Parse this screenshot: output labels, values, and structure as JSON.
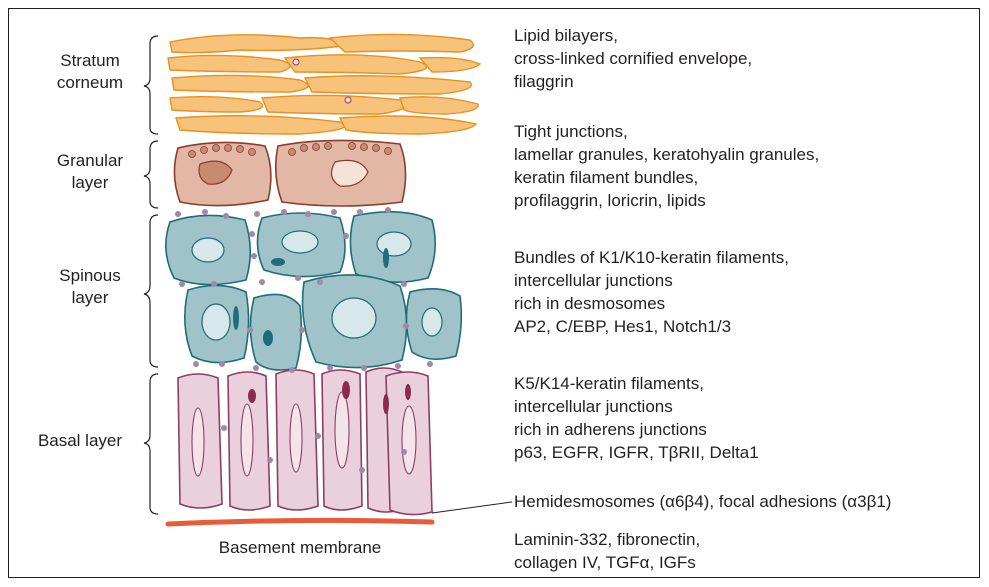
{
  "layers": [
    {
      "label": "Stratum corneum",
      "lines": [
        "Stratum",
        "corneum"
      ]
    },
    {
      "label": "Granular layer",
      "lines": [
        "Granular",
        "layer"
      ]
    },
    {
      "label": "Spinous layer",
      "lines": [
        "Spinous",
        "layer"
      ]
    },
    {
      "label": "Basal layer",
      "lines": [
        "Basal layer"
      ]
    }
  ],
  "descriptions": {
    "corneum": [
      "Lipid bilayers,",
      "cross-linked cornified envelope,",
      "filaggrin"
    ],
    "granular": [
      "Tight junctions,",
      "lamellar granules, keratohyalin granules,",
      "keratin filament bundles,",
      "profilaggrin, loricrin, lipids"
    ],
    "spinous": [
      "Bundles of K1/K10-keratin filaments,",
      "intercellular junctions",
      "rich in desmosomes",
      "AP2, C/EBP, Hes1, Notch1/3"
    ],
    "basal": [
      "K5/K14-keratin filaments,",
      "intercellular junctions",
      "rich in adherens junctions",
      "p63, EGFR, IGFR, TβRII, Delta1"
    ],
    "hemidesmosomes": "Hemidesmosomes (α6β4), focal adhesions (α3β1)",
    "basement": [
      "Laminin-332, fibronectin,",
      "collagen IV, TGFα, IGFs"
    ]
  },
  "basement_membrane_label": "Basement membrane",
  "colors": {
    "corneum_fill": "#f7c27a",
    "corneum_stroke": "#e8911f",
    "granular_fill": "#e3b7a5",
    "granular_stroke": "#8a3d2a",
    "spinous_fill": "#9fc3c9",
    "spinous_stroke": "#1f6d78",
    "basal_fill": "#ead0dc",
    "basal_stroke": "#8a3f63",
    "dot": "#9c8aa8",
    "membrane": "#ea5b3a"
  }
}
